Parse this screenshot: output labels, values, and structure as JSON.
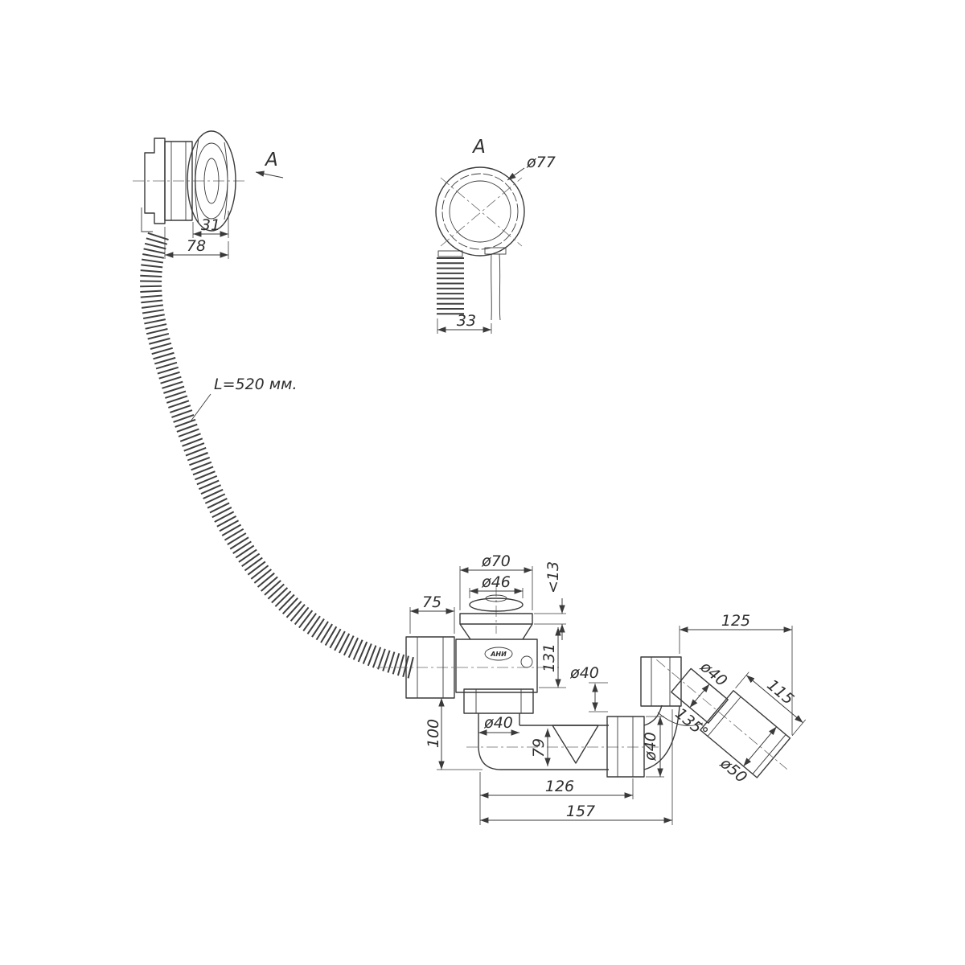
{
  "drawing": {
    "background": "#ffffff",
    "line_color": "#3a3a3a",
    "views": {
      "overflow": {
        "view_label": "A",
        "dim_31": "31",
        "dim_78": "78"
      },
      "section_a": {
        "title": "A",
        "dia_77": "ø77",
        "dim_33": "33"
      },
      "hose": {
        "length_label": "L=520 мм."
      },
      "drain": {
        "logo": "АНИ",
        "dia_70": "ø70",
        "dia_46": "ø46",
        "max_13": "<13",
        "dim_75": "75",
        "dim_131": "131",
        "dim_100": "100",
        "dia_40_under_tee": "ø40",
        "dim_79": "79",
        "dia_40_bend": "ø40",
        "dia_40_outlet_nut": "ø40",
        "dim_126": "126",
        "dim_157": "157"
      },
      "outlet": {
        "dim_125": "125",
        "dim_115": "115",
        "dia_40_pipe": "ø40",
        "angle_135": "135°",
        "dia_50": "ø50"
      }
    }
  }
}
